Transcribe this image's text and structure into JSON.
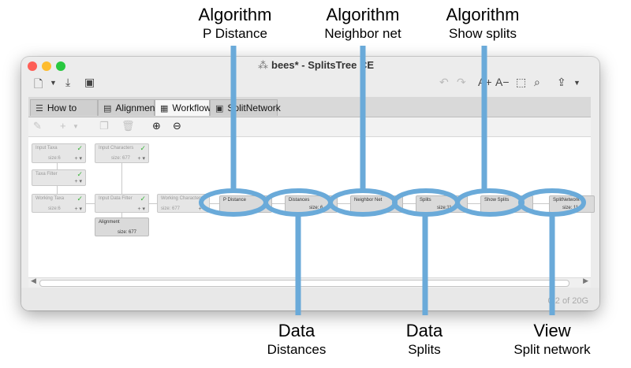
{
  "annotations": {
    "top": [
      {
        "title": "Algorithm",
        "subtitle": "P Distance"
      },
      {
        "title": "Algorithm",
        "subtitle": "Neighbor net"
      },
      {
        "title": "Algorithm",
        "subtitle": "Show splits"
      }
    ],
    "bottom": [
      {
        "title": "Data",
        "subtitle": "Distances"
      },
      {
        "title": "Data",
        "subtitle": "Splits"
      },
      {
        "title": "View",
        "subtitle": "Split network"
      }
    ]
  },
  "window": {
    "title": "bees* - SplitsTree CE",
    "app_icon": "splitstree-icon",
    "memory": "0.2 of 20G"
  },
  "tabs": [
    {
      "label": "How to Cite",
      "icon": "lines-icon"
    },
    {
      "label": "Alignment",
      "icon": "table-icon"
    },
    {
      "label": "Workflow",
      "icon": "grid-icon"
    },
    {
      "label": "SplitNetwork",
      "icon": "network-icon"
    }
  ],
  "workflow": {
    "input_taxa": {
      "title": "Input Taxa",
      "size": "size:6"
    },
    "input_characters": {
      "title": "Input Characters",
      "size": "size: 677"
    },
    "taxa_filter": {
      "title": "Taxa Filter"
    },
    "working_taxa": {
      "title": "Working Taxa",
      "size": "size:6"
    },
    "input_data_filter": {
      "title": "Input Data Filter"
    },
    "working_characters": {
      "title": "Working Characters",
      "size": "size: 677"
    },
    "alignment": {
      "title": "Alignment",
      "size": "size: 677"
    },
    "p_distance": {
      "title": "P Distance"
    },
    "distances": {
      "title": "Distances",
      "size": "size: 6"
    },
    "neighbor_net": {
      "title": "Neighbor Net"
    },
    "splits": {
      "title": "Splits",
      "size": "size:11"
    },
    "show_splits": {
      "title": "Show Splits"
    },
    "split_network": {
      "title": "SplitNetwork",
      "size": "size: 11"
    }
  },
  "colors": {
    "callout": "#6aaad9",
    "window_bg": "#ececec",
    "close": "#fe5f57",
    "minimize": "#febc2e",
    "zoom": "#28c840"
  }
}
